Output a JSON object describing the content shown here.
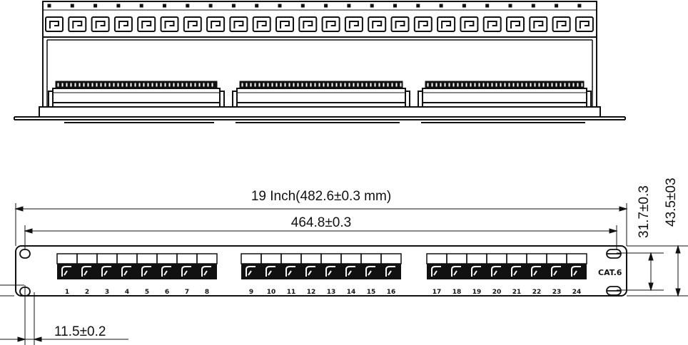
{
  "dimensions": {
    "overall_width": "19 Inch(482.6±0.3 mm)",
    "mounting_width": "464.8±0.3",
    "hole_inset": "11.5±0.2",
    "inner_height": "31.7±0.3",
    "total_height": "43.5±03"
  },
  "panel": {
    "label": "CAT.6",
    "port_numbers": [
      "1",
      "2",
      "3",
      "4",
      "5",
      "6",
      "7",
      "8",
      "9",
      "10",
      "11",
      "12",
      "13",
      "14",
      "15",
      "16",
      "17",
      "18",
      "19",
      "20",
      "21",
      "22",
      "23",
      "24"
    ]
  },
  "top_view": {
    "port_count": 24
  }
}
